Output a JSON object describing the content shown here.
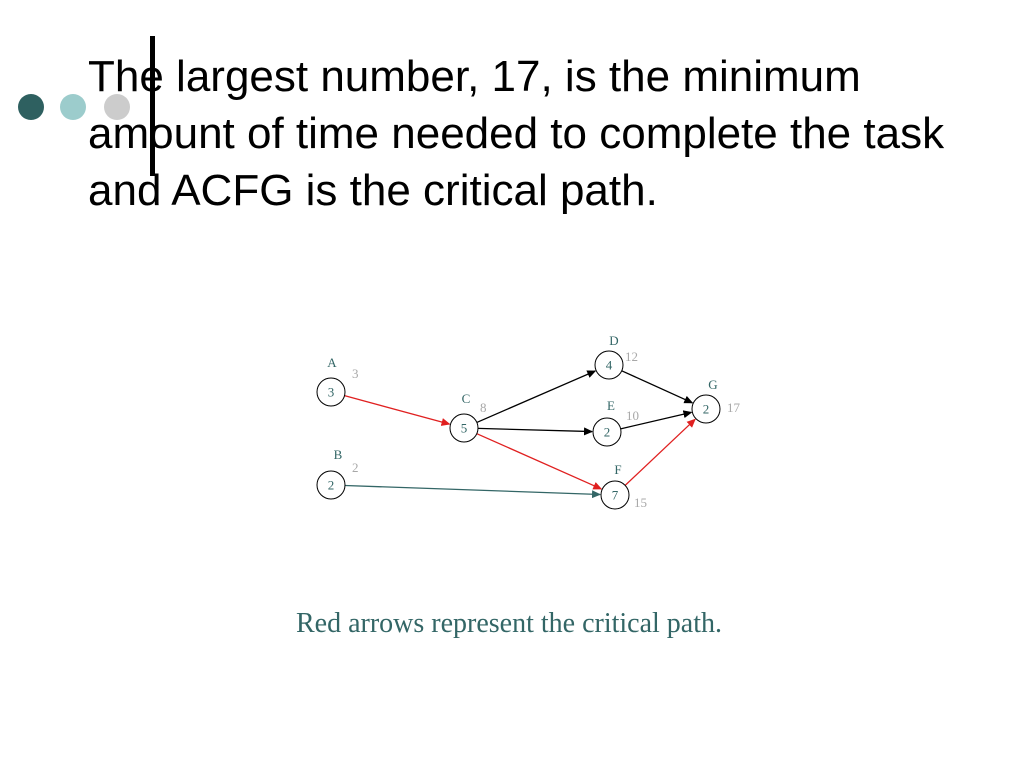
{
  "slide": {
    "title": "The largest number, 17, is the minimum amount of time needed to complete the task and ACFG is the critical path.",
    "caption": "Red arrows represent the critical path.",
    "bullet_dot_colors": [
      "#2e6060",
      "#9ccccc",
      "#cccccc"
    ]
  },
  "colors": {
    "critical": "#e02020",
    "normal": "#000000",
    "teal": "#336666",
    "cumulative": "#a8a8a8",
    "accent_bar": "#000000"
  },
  "network": {
    "nodes": [
      {
        "id": "A",
        "duration": "3",
        "cumulative": "3"
      },
      {
        "id": "B",
        "duration": "2",
        "cumulative": "2"
      },
      {
        "id": "C",
        "duration": "5",
        "cumulative": "8"
      },
      {
        "id": "D",
        "duration": "4",
        "cumulative": "12"
      },
      {
        "id": "E",
        "duration": "2",
        "cumulative": "10"
      },
      {
        "id": "F",
        "duration": "7",
        "cumulative": "15"
      },
      {
        "id": "G",
        "duration": "2",
        "cumulative": "17"
      }
    ],
    "edges": [
      {
        "from": "A",
        "to": "C",
        "critical": true
      },
      {
        "from": "C",
        "to": "D",
        "critical": false
      },
      {
        "from": "C",
        "to": "E",
        "critical": false
      },
      {
        "from": "C",
        "to": "F",
        "critical": true
      },
      {
        "from": "D",
        "to": "G",
        "critical": false
      },
      {
        "from": "E",
        "to": "G",
        "critical": false
      },
      {
        "from": "F",
        "to": "G",
        "critical": true
      },
      {
        "from": "B",
        "to": "F",
        "critical": false
      }
    ]
  }
}
